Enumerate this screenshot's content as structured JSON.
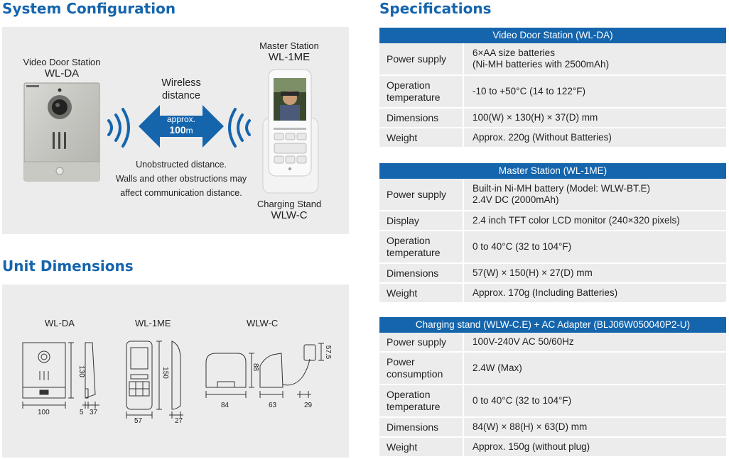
{
  "system": {
    "title": "System Configuration",
    "door_station": {
      "label": "Video Door Station",
      "model": "WL-DA"
    },
    "wireless": {
      "label": "Wireless",
      "label2": "distance",
      "approx": "approx.",
      "value": "100",
      "unit": "m"
    },
    "note": [
      "Unobstructed distance.",
      "Walls and other obstructions may",
      "affect communication distance."
    ],
    "master_station": {
      "label": "Master Station",
      "model": "WL-1ME"
    },
    "charging_stand": {
      "label": "Charging Stand",
      "model": "WLW-C"
    }
  },
  "dimensions": {
    "title": "Unit Dimensions",
    "units": [
      {
        "name": "WL-DA",
        "w": "100",
        "h": "130",
        "d1": "5",
        "d2": "37"
      },
      {
        "name": "WL-1ME",
        "w": "57",
        "h": "150",
        "d": "27"
      },
      {
        "name": "WLW-C",
        "w": "84",
        "h": "88",
        "d": "63",
        "adapter_h": "57.5",
        "adapter_d": "29"
      }
    ]
  },
  "spec": {
    "title": "Specifications",
    "tables": [
      {
        "header": "Video Door Station (WL-DA)",
        "rows": [
          {
            "k": "Power supply",
            "v": [
              "6×AA size batteries",
              "(Ni-MH batteries with 2500mAh)"
            ]
          },
          {
            "k": "Operation temperature",
            "v": [
              "-10 to +50°C (14 to 122°F)"
            ]
          },
          {
            "k": "Dimensions",
            "v": [
              "100(W) × 130(H) × 37(D) mm"
            ]
          },
          {
            "k": "Weight",
            "v": [
              "Approx. 220g (Without Batteries)"
            ]
          }
        ]
      },
      {
        "header": "Master Station (WL-1ME)",
        "rows": [
          {
            "k": "Power supply",
            "v": [
              "Built-in Ni-MH battery (Model: WLW-BT.E)",
              "2.4V DC (2000mAh)"
            ]
          },
          {
            "k": "Display",
            "v": [
              "2.4 inch TFT color LCD monitor (240×320 pixels)"
            ]
          },
          {
            "k": "Operation temperature",
            "v": [
              "0 to 40°C (32 to 104°F)"
            ]
          },
          {
            "k": "Dimensions",
            "v": [
              "57(W) × 150(H) × 27(D) mm"
            ]
          },
          {
            "k": "Weight",
            "v": [
              "Approx. 170g (Including Batteries)"
            ]
          }
        ]
      },
      {
        "header": "Charging stand (WLW-C.E) + AC Adapter (BLJ06W050040P2-U)",
        "rows": [
          {
            "k": "Power supply",
            "v": [
              "100V-240V AC 50/60Hz"
            ]
          },
          {
            "k": "Power consumption",
            "v": [
              "2.4W (Max)"
            ]
          },
          {
            "k": "Operation temperature",
            "v": [
              "0 to 40°C (32 to 104°F)"
            ]
          },
          {
            "k": "Dimensions",
            "v": [
              "84(W) × 88(H) × 63(D) mm"
            ]
          },
          {
            "k": "Weight",
            "v": [
              "Approx. 150g (without plug)"
            ]
          }
        ]
      }
    ]
  },
  "colors": {
    "accent": "#1565ad",
    "panel": "#ececec"
  }
}
